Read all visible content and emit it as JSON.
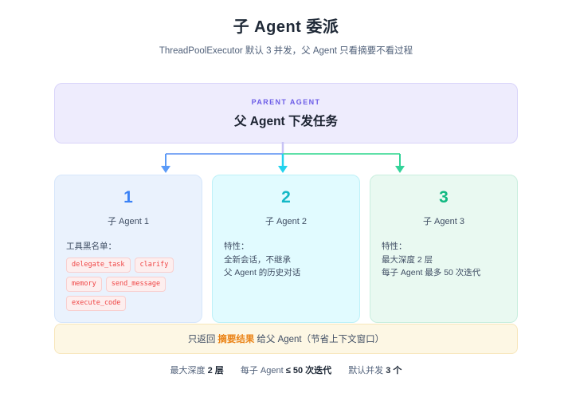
{
  "header": {
    "title": "子 Agent 委派",
    "subtitle": "ThreadPoolExecutor 默认 3 并发，父 Agent 只看摘要不看过程"
  },
  "parent": {
    "kicker": "PARENT AGENT",
    "title": "父 Agent 下发任务",
    "box_color": "#eeecfd",
    "kicker_color": "#6c5ce7"
  },
  "connectors": {
    "colors": [
      "#5b9bf8",
      "#22d3ee",
      "#34d399"
    ],
    "stem_color": "#c7c2f5"
  },
  "children": [
    {
      "number": "1",
      "name": "子 Agent 1",
      "lead": "工具黑名单：",
      "lines": [],
      "tags": [
        "delegate_task",
        "clarify",
        "memory",
        "send_message",
        "execute_code"
      ],
      "accent": "#3b82f6",
      "bg": "#eaf2fd"
    },
    {
      "number": "2",
      "name": "子 Agent 2",
      "lead": "特性：",
      "lines": [
        "全新会话，不继承",
        "父 Agent 的历史对话"
      ],
      "tags": [],
      "accent": "#14b8c6",
      "bg": "#e1fbff"
    },
    {
      "number": "3",
      "name": "子 Agent 3",
      "lead": "特性：",
      "lines": [
        "最大深度 2 层",
        "每子 Agent 最多 50 次迭代"
      ],
      "tags": [],
      "accent": "#10b981",
      "bg": "#e9f9f1"
    }
  ],
  "summary": {
    "prefix": "只返回",
    "highlight": "摘要结果",
    "suffix": "给父 Agent（节省上下文窗口）",
    "highlight_color": "#ea8317"
  },
  "stats": [
    {
      "label": "最大深度",
      "value": "2 层"
    },
    {
      "label": "每子 Agent",
      "value": "≤ 50 次迭代"
    },
    {
      "label": "默认并发",
      "value": "3 个"
    }
  ]
}
